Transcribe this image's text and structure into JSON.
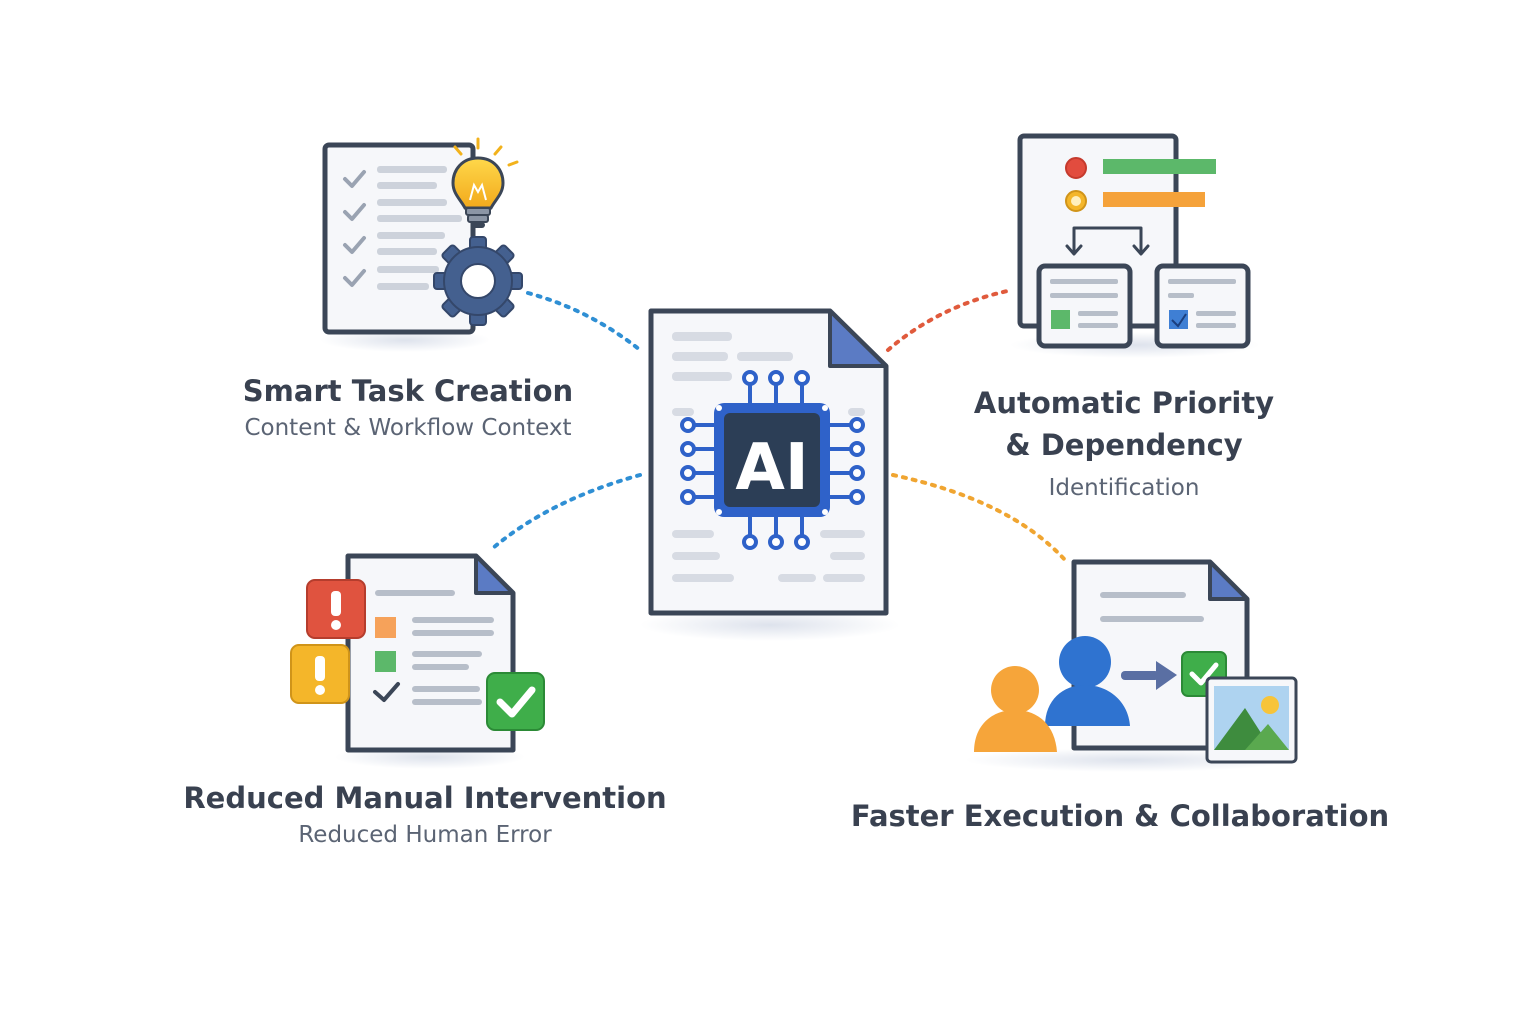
{
  "center": {
    "chip_text": "AI"
  },
  "features": [
    {
      "title": "Smart Task Creation",
      "subtitle": "Content & Workflow Context"
    },
    {
      "title_line1": "Automatic Priority",
      "title_line2": "& Dependency",
      "subtitle": "Identification"
    },
    {
      "title": "Reduced Manual Intervention",
      "subtitle": "Reduced Human Error"
    },
    {
      "title": "Faster Execution & Collaboration"
    }
  ],
  "icons": {
    "center": "ai-chip-document-icon",
    "top_left": [
      "checklist-document-icon",
      "lightbulb-icon",
      "gear-icon"
    ],
    "top_right": [
      "priority-flowchart-icon"
    ],
    "bottom_left": [
      "task-document-icon",
      "red-alert-icon",
      "yellow-alert-icon",
      "green-check-icon"
    ],
    "bottom_right": [
      "team-users-icon",
      "arrow-right-icon",
      "image-icon",
      "approved-check-icon"
    ]
  },
  "colors": {
    "connector_blue": "#2f8fd4",
    "connector_red": "#e05a3c",
    "connector_orange": "#f0a531",
    "chip_blue": "#2f62c9",
    "chip_dark": "#2c3e56",
    "outline": "#3b4657"
  }
}
